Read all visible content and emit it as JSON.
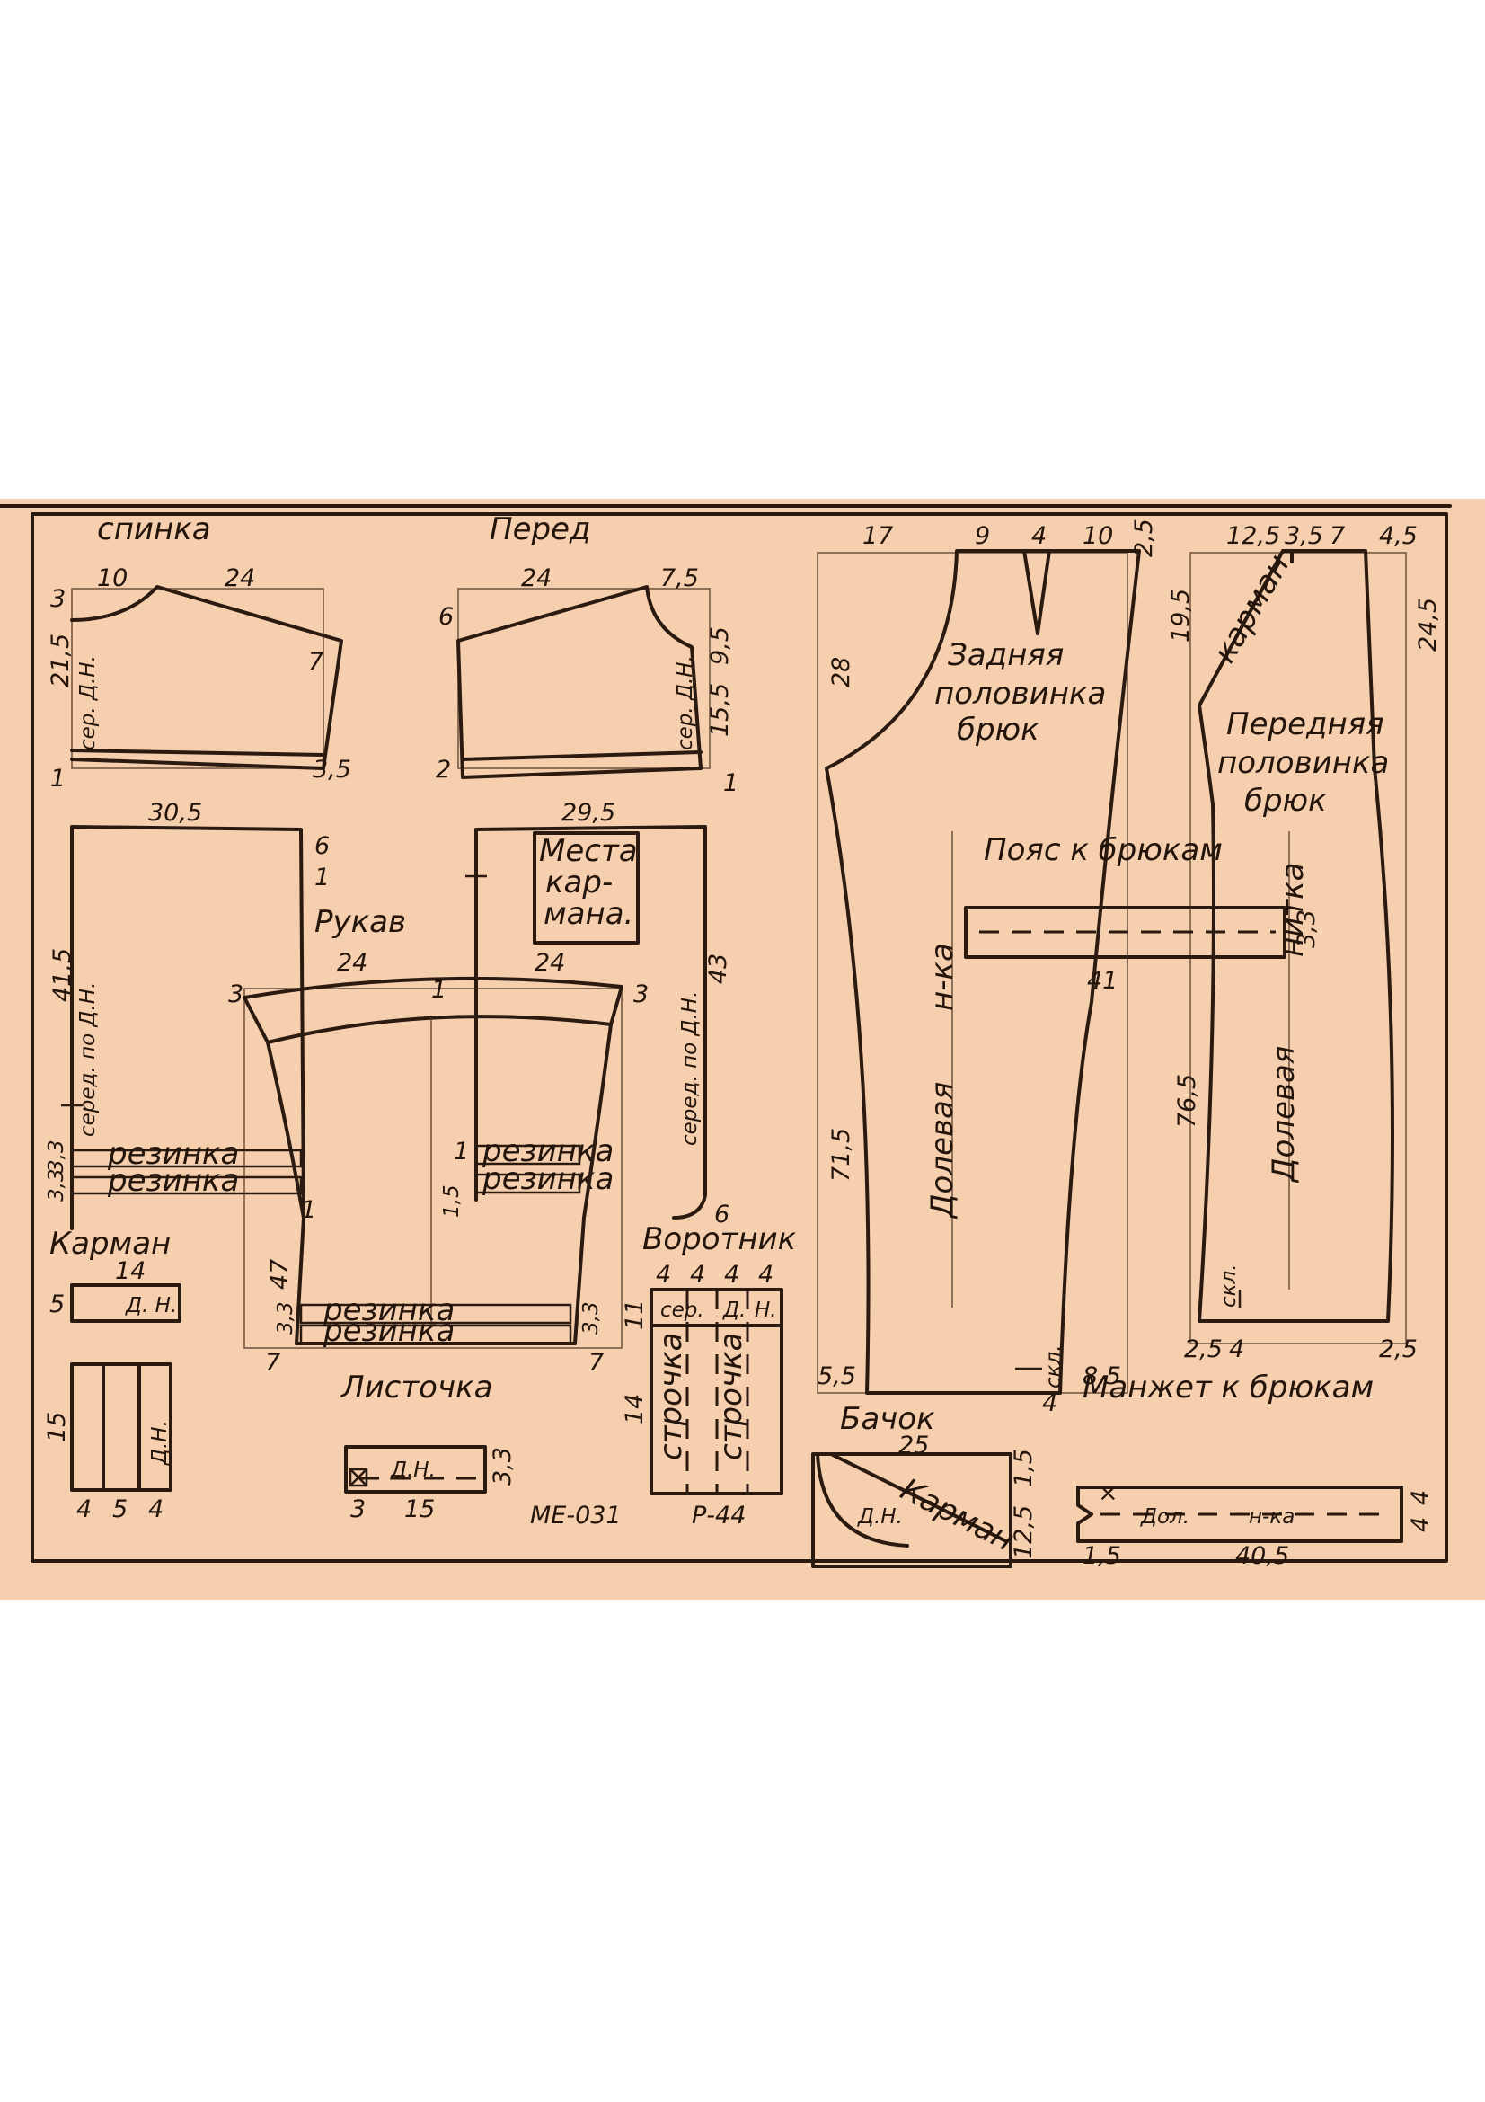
{
  "top_rule": {
    "labels": {}
  },
  "pieces": {
    "spinka": {
      "title": "спинка",
      "m_top_a": "10",
      "m_top_b": "24",
      "m_left_top": "3",
      "m_right_side": "7",
      "m_center": "21,5",
      "m_center_label": "сер. Д.Н.",
      "m_hem": "3,5",
      "m_left_bottom": "1"
    },
    "pered": {
      "title": "Перед",
      "m_top_a": "24",
      "m_top_b": "7,5",
      "m_left_top": "6",
      "m_right_a": "9,5",
      "m_right_b": "15,5",
      "m_center_label": "сер. Д.Н.",
      "m_left_bottom": "2",
      "m_right_bottom": "1"
    },
    "back_lower": {
      "m_width": "30,5",
      "m_length": "41,5",
      "m_center_label": "серед. по Д.Н.",
      "m_side_a": "6",
      "m_side_b": "1",
      "m_band_a": "3,3",
      "m_band_b": "3,3",
      "band_1": "резинка",
      "band_2": "резинка",
      "m_bottom": "1"
    },
    "front_lower": {
      "m_width": "29,5",
      "pocket_place": [
        "Места",
        "кар-",
        "мана."
      ],
      "m_length": "43",
      "m_center_label": "серед. по Д.Н.",
      "m_bottom_right": "6",
      "m_band_side": "1",
      "m_band_side_b": "1,5",
      "band_1": "резинка",
      "band_2": "резинка"
    },
    "sleeve": {
      "title": "Рукав",
      "m_top_a": "24",
      "m_top_b": "24",
      "m_left": "3",
      "m_right": "3",
      "m_mark": "1",
      "m_length": "47",
      "m_band_left": "3,3",
      "m_band_right": "3,3",
      "band_1": "резинка",
      "band_2": "резинка",
      "m_bottom_left": "7",
      "m_bottom_right": "7",
      "listochka_title": "Листочка"
    },
    "karman": {
      "title": "Карман",
      "m_width": "14",
      "m_height": "5",
      "label": "Д. Н.",
      "m_height2": "15",
      "label2": "Д.Н.",
      "m_bottom_a": "4",
      "m_bottom_b": "5",
      "m_bottom_c": "4"
    },
    "listochka": {
      "label": "Д.Н.",
      "m_left": "3",
      "m_width": "15",
      "m_height": "3,3"
    },
    "vorotnik": {
      "title": "Воротник",
      "m_top": [
        "4",
        "4",
        "4",
        "4"
      ],
      "m_ser": "сер.",
      "m_dn": "Д.",
      "m_h": "Н.",
      "m_height_a": "11",
      "m_height_b": "14",
      "stitch_1": "строчка",
      "stitch_2": "строчка"
    },
    "codes": {
      "model": "МЕ-031",
      "size": "Р-44"
    },
    "back_trousers": {
      "title": [
        "Задняя",
        "половинка",
        "брюк"
      ],
      "m_top": [
        "17",
        "9",
        "4",
        "10"
      ],
      "m_top_right": "2,5",
      "m_left": "28",
      "m_length": "71,5",
      "grain": "Долевая",
      "grain_b": "н-ка",
      "m_bottom_left": "5,5",
      "m_skl": "скл.",
      "m_skl_b": "4",
      "m_bottom_right": "8,5"
    },
    "front_trousers": {
      "title": [
        "Передняя",
        "половинка",
        "брюк"
      ],
      "m_top": [
        "12,5",
        "3,5",
        "7",
        "4,5"
      ],
      "pocket": "карман",
      "m_left": "19,5",
      "m_right": "24,5",
      "m_length": "76,5",
      "grain": "Долевая",
      "grain_b": "нитка",
      "m_skl": "скл.",
      "m_bottom": [
        "2,5",
        "4",
        "2,5"
      ]
    },
    "poyas": {
      "title": "Пояс к брюкам",
      "m_length": "41",
      "m_height": "3,3"
    },
    "bachok": {
      "title": "Бачок",
      "m_width": "25",
      "pocket": "Карман",
      "label": "Д.Н.",
      "m_right_a": "1,5",
      "m_right_b": "12,5"
    },
    "manzhet": {
      "title": "Манжет к брюкам",
      "mark": "×",
      "label_a": "Дол.",
      "label_b": "н-ка",
      "m_left": "1,5",
      "m_length": "40,5",
      "m_right_a": "4",
      "m_right_b": "4"
    }
  }
}
